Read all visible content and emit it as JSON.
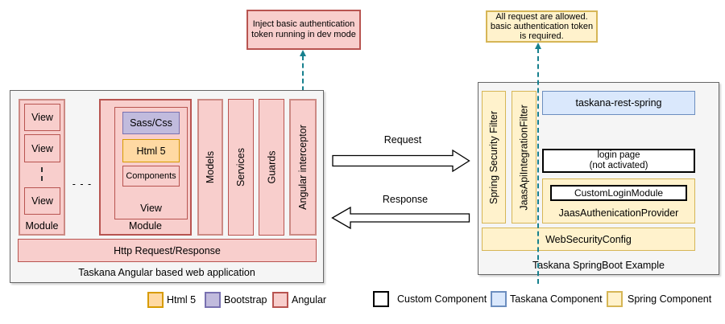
{
  "palette": {
    "angular_fill": "#f8cecc",
    "angular_border": "#b85450",
    "spring_fill": "#fff2cc",
    "spring_border": "#d6b656",
    "taskana_fill": "#dae8fc",
    "taskana_border": "#6c8ebf",
    "bootstrap_fill": "#c1bbdd",
    "bootstrap_border": "#7870b0",
    "html5_fill": "#ffd9a3",
    "html5_border": "#d79b00",
    "container_fill": "#f5f5f5",
    "container_border": "#666666",
    "connector_teal": "#17808e"
  },
  "notes": {
    "dev_note": "Inject basic authentication token running in dev mode",
    "auth_note": "All request are allowed. basic authentication token is required."
  },
  "left_app": {
    "title": "Taskana Angular based web application",
    "module_left": {
      "label": "Module",
      "views": [
        "View",
        "View",
        "View"
      ]
    },
    "ellipsis": "- - -",
    "module_right": {
      "label": "Module",
      "view_label": "View",
      "sass_css": "Sass/Css",
      "html5": "Html 5",
      "components": "Components"
    },
    "bars": [
      "Models",
      "Services",
      "Guards",
      "Angular interceptor"
    ],
    "http_bar": "Http Request/Response"
  },
  "flow": {
    "request": "Request",
    "response": "Response"
  },
  "right_app": {
    "title": "Taskana SpringBoot Example",
    "filters": [
      "Spring Security Filter",
      "JaasApiIntegrationFilter"
    ],
    "rest_box": "taskana-rest-spring",
    "login_box": "login page\n(not activated)",
    "provider": {
      "label": "JaasAuthenicationProvider",
      "custom_module": "CustomLoginModule"
    },
    "web_security": "WebSecurityConfig"
  },
  "legend": {
    "items": [
      {
        "label": "Html 5"
      },
      {
        "label": "Bootstrap"
      },
      {
        "label": "Angular"
      },
      {
        "label": "Custom Component"
      },
      {
        "label": "Taskana Component"
      },
      {
        "label": "Spring Component"
      }
    ]
  }
}
